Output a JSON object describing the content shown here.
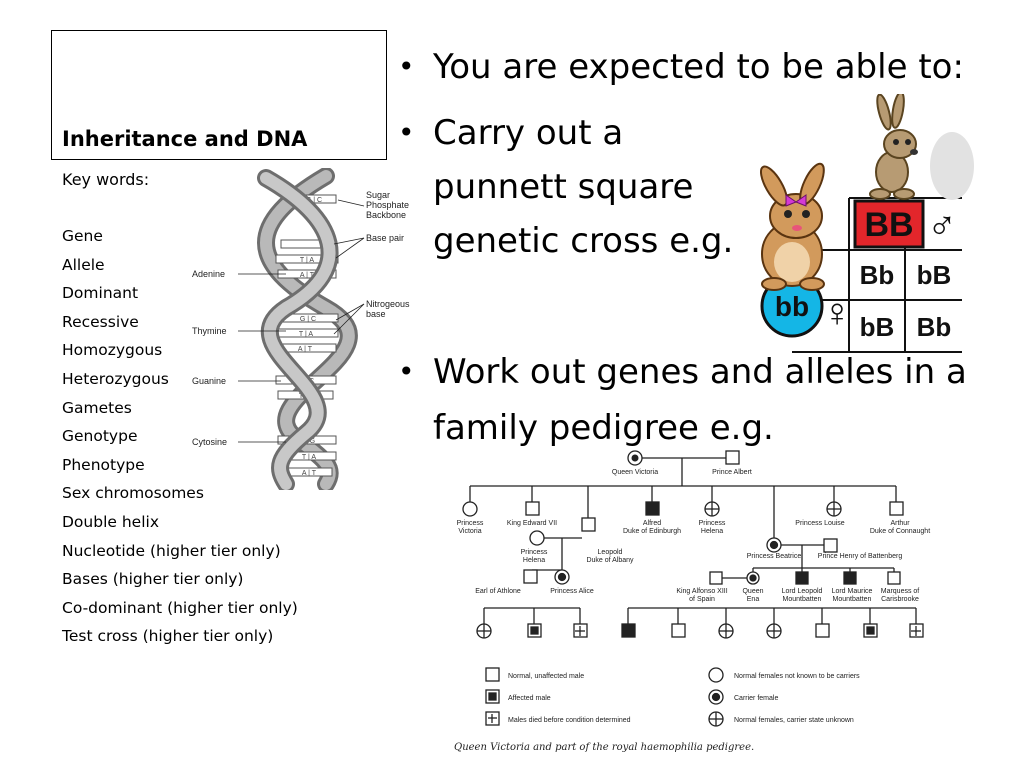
{
  "title": "Inheritance and DNA",
  "key_words_heading": "Key words:",
  "key_words": [
    "Gene",
    "Allele",
    "Dominant",
    "Recessive",
    "Homozygous",
    "Heterozygous",
    "Gametes",
    "Genotype",
    "Phenotype",
    "Sex chromosomes",
    "Double helix",
    "Nucleotide (higher tier only)",
    "Bases (higher tier only)",
    "Co-dominant (higher tier only)",
    "Test cross (higher tier only)"
  ],
  "dna": {
    "left_labels": [
      "Adenine",
      "Thymine",
      "Guanine",
      "Cytosine"
    ],
    "right_labels": [
      "Sugar",
      "Phosphate",
      "Backbone",
      "Base pair",
      "Nitrogeous",
      "base"
    ],
    "pairs": [
      "G | C",
      "T | A",
      "A | T",
      "G | C",
      "T | A",
      "A | T",
      "G | C",
      "T | A",
      "C | G",
      "T | A",
      "A | T"
    ]
  },
  "bullets": {
    "b1": "You are expected to be able to:",
    "b2_lines": [
      "Carry out a",
      "punnett square",
      "genetic cross e.g."
    ],
    "b3_lines": [
      "Work out genes and alleles in a",
      "family pedigree   e.g."
    ]
  },
  "punnett": {
    "top": "BB",
    "left": "bb",
    "cells": [
      "Bb",
      "bB",
      "bB",
      "Bb"
    ],
    "male_symbol": "♂",
    "female_symbol": "♀"
  },
  "pedigree": {
    "gen1": [
      "Queen Victoria",
      "Prince Albert"
    ],
    "gen2": [
      {
        "label1": "Princess",
        "label2": "Victoria"
      },
      {
        "label1": "King Edward VII",
        "label2": ""
      },
      {
        "label1": "Alfred",
        "label2": "Duke of Edinburgh"
      },
      {
        "label1": "Princess",
        "label2": "Helena"
      },
      {
        "label1": "Princess Louise",
        "label2": ""
      },
      {
        "label1": "Arthur",
        "label2": "Duke of Connaught"
      }
    ],
    "leopold": {
      "wife1": "Princess",
      "wife2": "Helena",
      "name1": "Leopold",
      "name2": "Duke of Albany"
    },
    "beatrice": [
      "Princess Beatrice",
      "Prince Henry of Battenberg"
    ],
    "gen3": [
      "Earl of Athlone",
      "Princess Alice",
      "King Alfonso XIII",
      "of Spain",
      "Queen",
      "Ena",
      "Lord Leopold",
      "Mountbatten",
      "Lord Maurice",
      "Mountbatten",
      "Marquess of",
      "Carisbrooke"
    ],
    "legend": [
      "Normal, unaffected male",
      "Normal females not known to be carriers",
      "Affected male",
      "Carrier female",
      "Males died before condition determined",
      "Normal females, carrier state unknown"
    ],
    "caption": "Queen Victoria and part of the royal haemophilia pedigree."
  },
  "colors": {
    "accent_red": "#e3262b",
    "accent_blue": "#14b6e6",
    "dna_gray": "#8a8a8a"
  }
}
